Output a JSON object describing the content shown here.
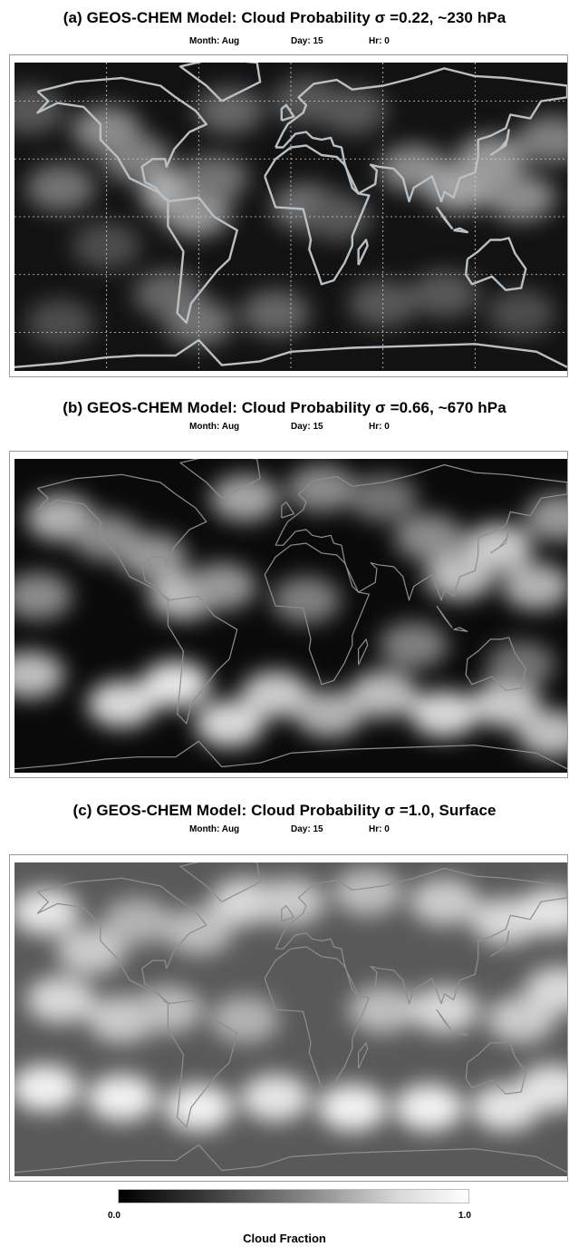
{
  "panels": [
    {
      "title": "(a)  GEOS-CHEM Model:   Cloud Probability σ =0.22, ~230 hPa",
      "month_label": "Month:  Aug",
      "day_label": "Day:  15",
      "hour_label": "Hr:  0",
      "coast_color": "#b8c0c6",
      "background_level": 0.07,
      "grid_lines": true,
      "cloud_cover": [
        {
          "lon": -120,
          "lat": 45,
          "level": 0.55
        },
        {
          "lon": -100,
          "lat": 30,
          "level": 0.5
        },
        {
          "lon": -75,
          "lat": 12,
          "level": 0.7
        },
        {
          "lon": -62,
          "lat": 2,
          "level": 0.6
        },
        {
          "lon": -50,
          "lat": 20,
          "level": 0.45
        },
        {
          "lon": -150,
          "lat": 15,
          "level": 0.45
        },
        {
          "lon": -170,
          "lat": 55,
          "level": 0.35
        },
        {
          "lon": -40,
          "lat": 55,
          "level": 0.4
        },
        {
          "lon": 10,
          "lat": 60,
          "level": 0.35
        },
        {
          "lon": 40,
          "lat": 55,
          "level": 0.35
        },
        {
          "lon": 80,
          "lat": 25,
          "level": 0.55
        },
        {
          "lon": 110,
          "lat": 15,
          "level": 0.65
        },
        {
          "lon": 130,
          "lat": 30,
          "level": 0.6
        },
        {
          "lon": 150,
          "lat": 10,
          "level": 0.55
        },
        {
          "lon": 170,
          "lat": 40,
          "level": 0.5
        },
        {
          "lon": 10,
          "lat": 5,
          "level": 0.45
        },
        {
          "lon": 30,
          "lat": 0,
          "level": 0.35
        },
        {
          "lon": -120,
          "lat": -15,
          "level": 0.3
        },
        {
          "lon": -80,
          "lat": -40,
          "level": 0.4
        },
        {
          "lon": -60,
          "lat": -55,
          "level": 0.45
        },
        {
          "lon": -10,
          "lat": -50,
          "level": 0.4
        },
        {
          "lon": 60,
          "lat": -45,
          "level": 0.35
        },
        {
          "lon": 100,
          "lat": -40,
          "level": 0.35
        },
        {
          "lon": 150,
          "lat": -50,
          "level": 0.3
        },
        {
          "lon": -150,
          "lat": -55,
          "level": 0.3
        }
      ]
    },
    {
      "title": "(b)  GEOS-CHEM Model:   Cloud Probability σ =0.66, ~670 hPa",
      "month_label": "Month:  Aug",
      "day_label": "Day:  15",
      "hour_label": "Hr:  0",
      "coast_color": "#8e8e8e",
      "background_level": 0.04,
      "grid_lines": false,
      "cloud_cover": [
        {
          "lon": -150,
          "lat": 50,
          "level": 0.7
        },
        {
          "lon": -120,
          "lat": 40,
          "level": 0.55
        },
        {
          "lon": -90,
          "lat": 30,
          "level": 0.6
        },
        {
          "lon": -70,
          "lat": 10,
          "level": 0.75
        },
        {
          "lon": -45,
          "lat": 15,
          "level": 0.6
        },
        {
          "lon": -30,
          "lat": 60,
          "level": 0.65
        },
        {
          "lon": 20,
          "lat": 65,
          "level": 0.55
        },
        {
          "lon": 60,
          "lat": 60,
          "level": 0.45
        },
        {
          "lon": 90,
          "lat": 40,
          "level": 0.55
        },
        {
          "lon": 110,
          "lat": 20,
          "level": 0.75
        },
        {
          "lon": 135,
          "lat": 35,
          "level": 0.8
        },
        {
          "lon": 160,
          "lat": 15,
          "level": 0.7
        },
        {
          "lon": 175,
          "lat": 50,
          "level": 0.6
        },
        {
          "lon": 10,
          "lat": 8,
          "level": 0.5
        },
        {
          "lon": -165,
          "lat": 10,
          "level": 0.55
        },
        {
          "lon": -170,
          "lat": -30,
          "level": 0.75
        },
        {
          "lon": -110,
          "lat": -45,
          "level": 0.85
        },
        {
          "lon": -75,
          "lat": -35,
          "level": 0.9
        },
        {
          "lon": -40,
          "lat": -55,
          "level": 0.85
        },
        {
          "lon": -10,
          "lat": -40,
          "level": 0.8
        },
        {
          "lon": 25,
          "lat": -50,
          "level": 0.7
        },
        {
          "lon": 60,
          "lat": -40,
          "level": 0.75
        },
        {
          "lon": 100,
          "lat": -50,
          "level": 0.85
        },
        {
          "lon": 140,
          "lat": -45,
          "level": 0.8
        },
        {
          "lon": 170,
          "lat": -60,
          "level": 0.75
        },
        {
          "lon": 80,
          "lat": -15,
          "level": 0.5
        },
        {
          "lon": 150,
          "lat": -25,
          "level": 0.45
        }
      ]
    },
    {
      "title": "(c)  GEOS-CHEM Model:   Cloud Probability σ =1.0, Surface",
      "month_label": "Month:  Aug",
      "day_label": "Day:  15",
      "hour_label": "Hr:  0",
      "coast_color": "#8e8e8e",
      "background_level": 0.35,
      "grid_lines": false,
      "cloud_cover": [
        {
          "lon": -160,
          "lat": 55,
          "level": 0.9
        },
        {
          "lon": -130,
          "lat": 35,
          "level": 0.8
        },
        {
          "lon": -100,
          "lat": 50,
          "level": 0.7
        },
        {
          "lon": -60,
          "lat": 45,
          "level": 0.75
        },
        {
          "lon": -30,
          "lat": 60,
          "level": 0.85
        },
        {
          "lon": 0,
          "lat": 60,
          "level": 0.8
        },
        {
          "lon": 50,
          "lat": 65,
          "level": 0.75
        },
        {
          "lon": 100,
          "lat": 60,
          "level": 0.8
        },
        {
          "lon": 140,
          "lat": 50,
          "level": 0.85
        },
        {
          "lon": 170,
          "lat": 55,
          "level": 0.9
        },
        {
          "lon": -150,
          "lat": 10,
          "level": 0.85
        },
        {
          "lon": -110,
          "lat": 0,
          "level": 0.8
        },
        {
          "lon": -80,
          "lat": 5,
          "level": 0.75
        },
        {
          "lon": -30,
          "lat": 0,
          "level": 0.7
        },
        {
          "lon": 60,
          "lat": 5,
          "level": 0.75
        },
        {
          "lon": 100,
          "lat": 5,
          "level": 0.85
        },
        {
          "lon": 150,
          "lat": 0,
          "level": 0.8
        },
        {
          "lon": 175,
          "lat": 15,
          "level": 0.85
        },
        {
          "lon": -160,
          "lat": -35,
          "level": 0.95
        },
        {
          "lon": -110,
          "lat": -40,
          "level": 0.95
        },
        {
          "lon": -60,
          "lat": -45,
          "level": 0.95
        },
        {
          "lon": -10,
          "lat": -40,
          "level": 0.9
        },
        {
          "lon": 40,
          "lat": -45,
          "level": 0.95
        },
        {
          "lon": 90,
          "lat": -45,
          "level": 0.95
        },
        {
          "lon": 140,
          "lat": -45,
          "level": 0.9
        },
        {
          "lon": 170,
          "lat": -35,
          "level": 0.9
        }
      ]
    }
  ],
  "colorbar": {
    "min_label": "0.0",
    "max_label": "1.0",
    "label": "Cloud Fraction",
    "min_color": "#000000",
    "max_color": "#ffffff"
  }
}
